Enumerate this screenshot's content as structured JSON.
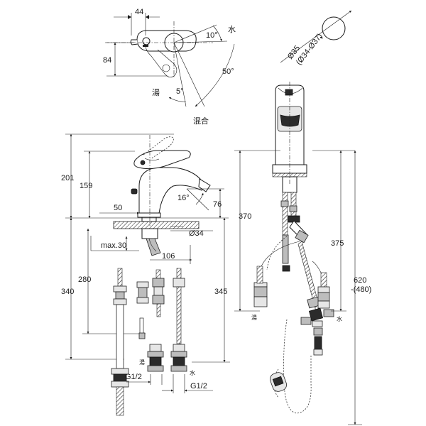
{
  "top_view": {
    "dim_44": "44",
    "dim_84": "84",
    "angle_10": "10°",
    "angle_50": "50°",
    "angle_5": "5°",
    "label_cold": "水",
    "label_hot": "湯",
    "label_mix": "混合"
  },
  "hole": {
    "dia_35": "Ø35",
    "dia_range": "(Ø34-Ø37)"
  },
  "side_view": {
    "dim_201": "201",
    "dim_159": "159",
    "dim_50": "50",
    "angle_16": "16°",
    "dim_76": "76",
    "dim_34": "Ø34",
    "max_30": "max.30",
    "dim_106": "106",
    "dim_280": "280",
    "dim_340": "340",
    "dim_345": "345",
    "g12_left": "G1/2",
    "g12_right": "G1/2",
    "small_hot": "湯",
    "small_cold": "水"
  },
  "front_view": {
    "dim_370": "370",
    "dim_375": "375",
    "dim_620": "620",
    "dim_480": "-(480)",
    "small_hot": "湯",
    "small_cold": "水"
  }
}
